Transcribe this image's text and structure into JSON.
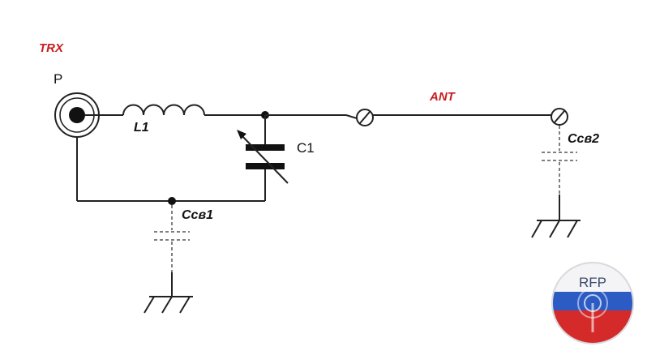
{
  "labels": {
    "trx": "TRX",
    "port": "P",
    "inductor": "L1",
    "capacitor": "C1",
    "antenna": "ANT",
    "coupling_cap_1": "Ccв1",
    "coupling_cap_2": "Ccв2"
  },
  "logo": {
    "text": "RFP",
    "flag_colors": [
      "#ffffff",
      "#2c5bc4",
      "#d42a2a"
    ]
  },
  "colors": {
    "wire": "#222222",
    "accent_label": "#c81e1e",
    "dashed": "#555555"
  }
}
